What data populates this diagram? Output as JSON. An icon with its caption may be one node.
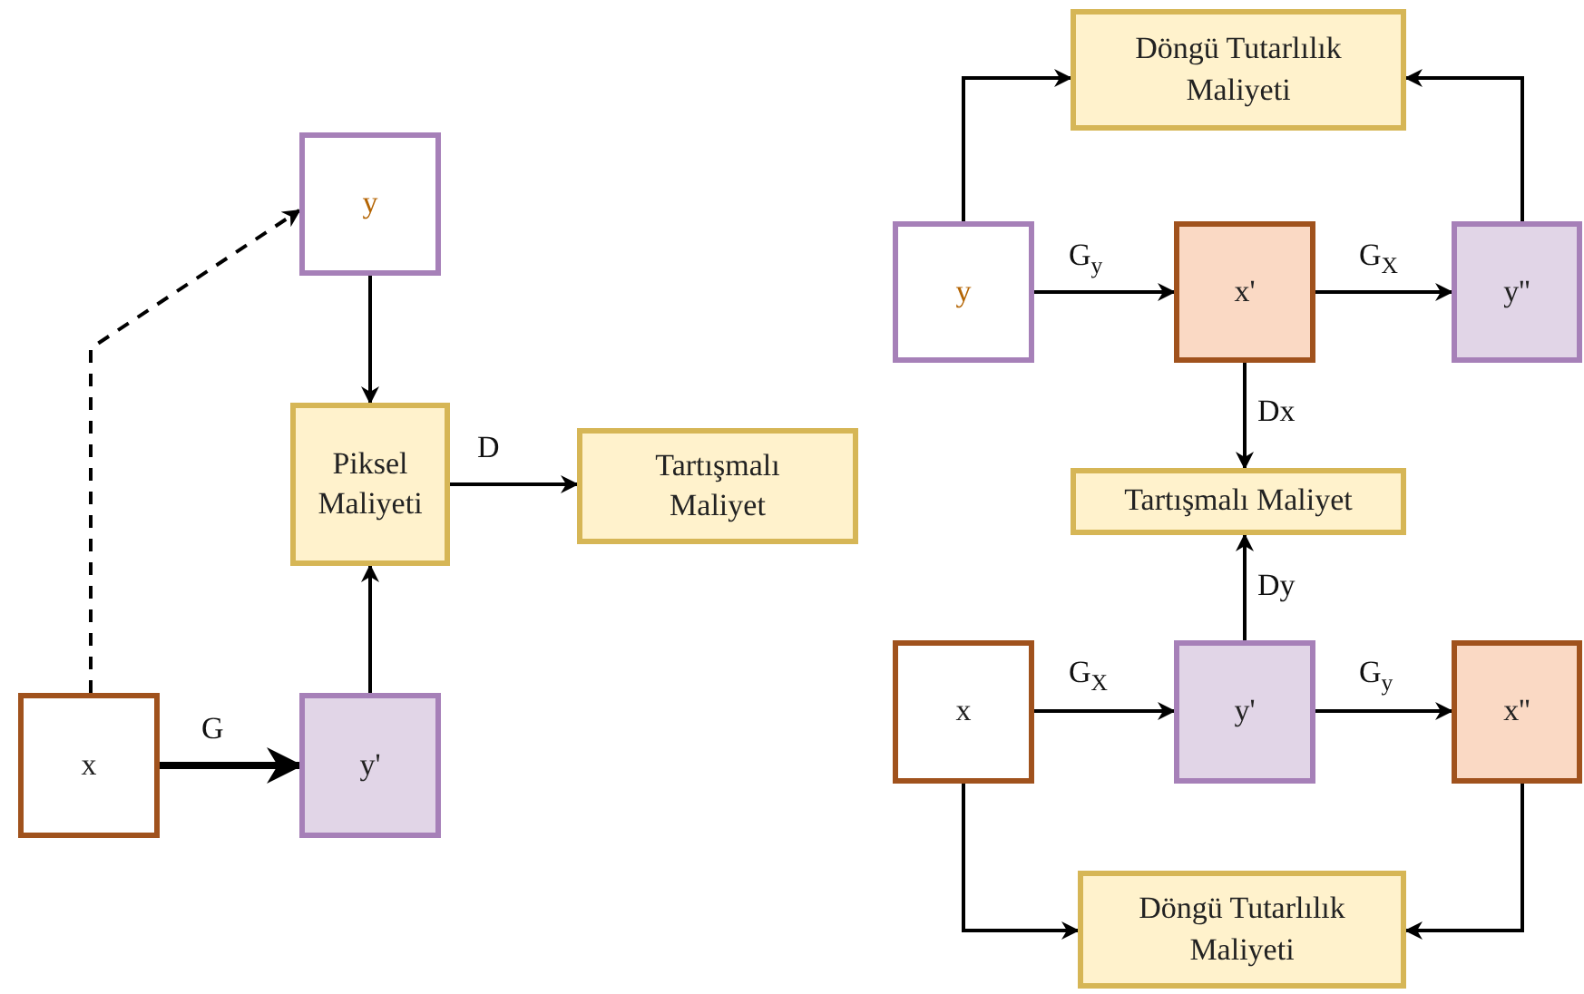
{
  "diagram": {
    "nodes": [
      {
        "text": [
          "y"
        ]
      },
      {
        "text": [
          "Piksel Maliyeti"
        ]
      },
      {
        "text": [
          "Tartışmalı Maliyet"
        ]
      },
      {
        "text": [
          "x"
        ]
      },
      {
        "text": [
          "y'"
        ]
      },
      {
        "text": [
          "Döngü Tutarlılık Maliyeti"
        ]
      },
      {
        "text": [
          "y"
        ]
      },
      {
        "text": [
          "x'"
        ]
      },
      {
        "text": [
          "y''"
        ]
      },
      {
        "text": [
          "Tartışmalı Maliyet"
        ]
      },
      {
        "text": [
          "x"
        ]
      },
      {
        "text": [
          "y'"
        ]
      },
      {
        "text": [
          "x''"
        ]
      },
      {
        "text": [
          "Döngü Tutarlılık Maliyeti"
        ]
      }
    ],
    "edges": [
      {
        "from": 3,
        "to": 0,
        "arrow": "to",
        "style": "dashed"
      },
      {
        "from": 0,
        "to": 1,
        "arrow": "to"
      },
      {
        "from": 4,
        "to": 1,
        "arrow": "to"
      },
      {
        "from": 1,
        "to": 2,
        "arrow": "to",
        "label": "D"
      },
      {
        "from": 3,
        "to": 4,
        "arrow": "to",
        "label": "G",
        "style": "thick"
      },
      {
        "from": 6,
        "to": 5,
        "arrow": "to"
      },
      {
        "from": 8,
        "to": 5,
        "arrow": "to"
      },
      {
        "from": 6,
        "to": 7,
        "arrow": "to",
        "label": "G$_{y}$"
      },
      {
        "from": 7,
        "to": 8,
        "arrow": "to",
        "label": "G$_{X}$"
      },
      {
        "from": 7,
        "to": 9,
        "arrow": "to",
        "label": "Dx"
      },
      {
        "from": 11,
        "to": 9,
        "arrow": "to",
        "label": "Dy"
      },
      {
        "from": 10,
        "to": 11,
        "arrow": "to",
        "label": "G$_{X}$"
      },
      {
        "from": 11,
        "to": 12,
        "arrow": "to",
        "label": "G$_{y}$"
      },
      {
        "from": 10,
        "to": 13,
        "arrow": "to"
      },
      {
        "from": 12,
        "to": 13,
        "arrow": "to"
      }
    ]
  }
}
